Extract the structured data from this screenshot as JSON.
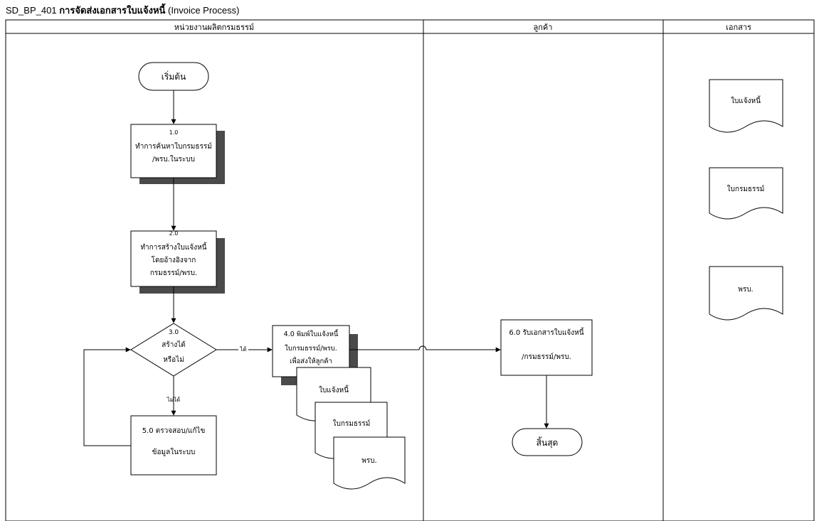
{
  "title": {
    "code": "SD_BP_401",
    "name_th": "การจัดส่งเอกสารใบแจ้งหนี้",
    "name_en": "(Invoice Process)"
  },
  "lanes": [
    "หน่วยงานผลิตกรมธรรม์",
    "ลูกค้า",
    "เอกสาร"
  ],
  "nodes": {
    "start": "เริ่มต้น",
    "step1": {
      "num": "1.0",
      "lines": [
        "ทำการค้นหาใบกรมธรรม์",
        "/พรบ.ในระบบ"
      ]
    },
    "step2": {
      "num": "2.0",
      "lines": [
        "ทำการสร้างใบแจ้งหนี้",
        "โดยอ้างอิงจาก",
        "กรมธรรม์/พรบ."
      ]
    },
    "decision": {
      "num": "3.0",
      "lines": [
        "สร้างได้",
        "หรือไม่"
      ]
    },
    "step4": {
      "lines": [
        "4.0 พิมพ์ใบแจ้งหนี้",
        "ใบกรมธรรม์/พรบ.",
        "เพื่อส่งให้ลูกค้า"
      ]
    },
    "step5": {
      "lines": [
        "5.0 ตรวจสอบ/แก้ไข",
        "ข้อมูลในระบบ"
      ]
    },
    "step6": {
      "lines": [
        "6.0 รับเอกสารใบแจ้งหนี้",
        "/กรมธรรม์/พรบ."
      ]
    },
    "end": "สิ้นสุด",
    "doc_invoice": "ใบแจ้งหนี้",
    "doc_policy": "ใบกรมธรรม์",
    "doc_prb": "พรบ."
  },
  "edges": {
    "yes": "ได้",
    "no": "ไม่ได้"
  }
}
